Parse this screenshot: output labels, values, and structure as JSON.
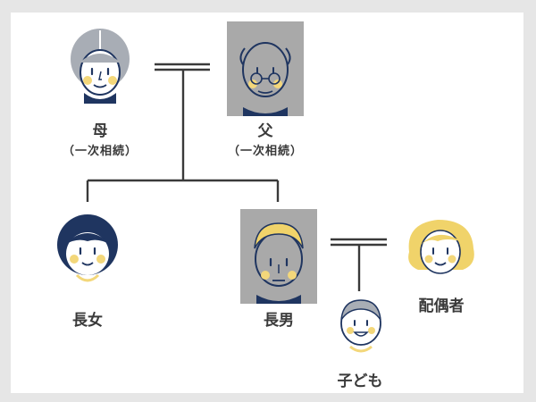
{
  "people": {
    "mother": {
      "name": "母",
      "note": "（一次相続）"
    },
    "father": {
      "name": "父",
      "note": "（一次相続）"
    },
    "eldest_daughter": {
      "name": "長女"
    },
    "eldest_son": {
      "name": "長男"
    },
    "spouse": {
      "name": "配偶者"
    },
    "child": {
      "name": "子ども"
    }
  },
  "colors": {
    "navy": "#1f3560",
    "skin": "#ffffff",
    "cheek": "#f3d77a",
    "gray_hair": "#a8adb5",
    "blonde_hair": "#f0d36a",
    "deceased_bg": "#a9a9a9",
    "line": "#3a3a3a"
  },
  "highlighted": [
    "father",
    "eldest_son"
  ]
}
